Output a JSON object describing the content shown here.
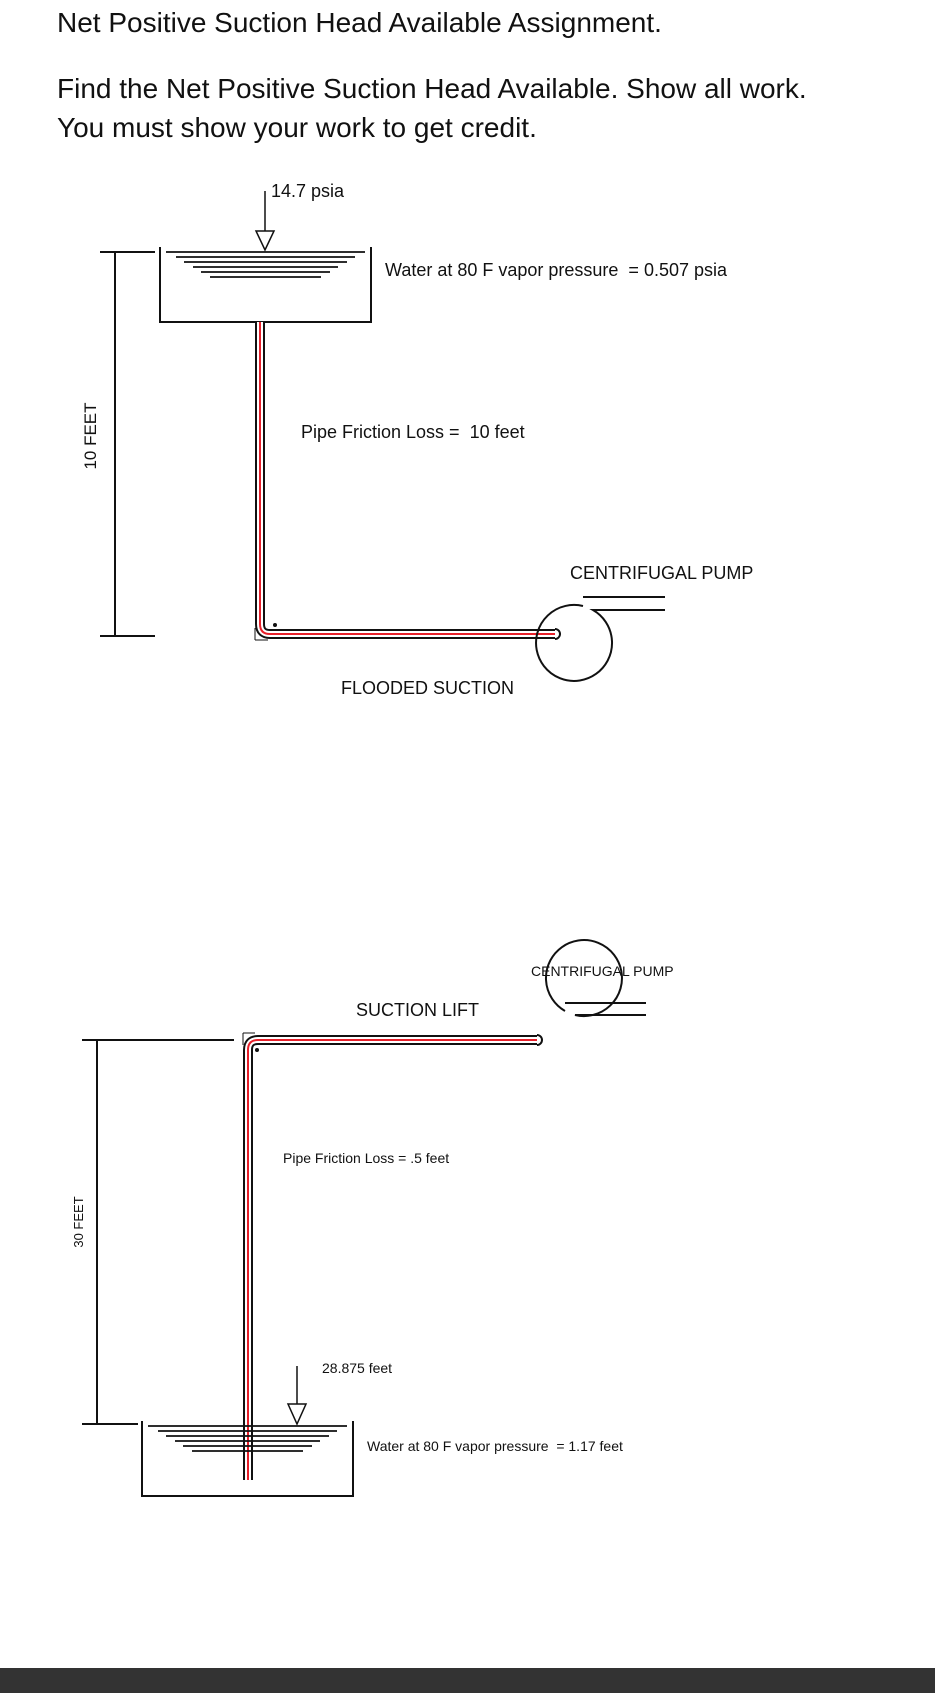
{
  "page": {
    "title": "Net Positive Suction Head Available Assignment.",
    "instruction_line1": "Find the Net Positive Suction Head Available.  Show all work.",
    "instruction_line2": "You must show your work to get credit."
  },
  "colors": {
    "pipe_core": "#e8202a",
    "line": "#111111",
    "footer": "#333333"
  },
  "diagram1": {
    "pressure_label": "14.7 psia",
    "water_label": "Water at 80 F vapor pressure  = 0.507 psia",
    "friction_label": "Pipe Friction Loss =  10 feet",
    "height_label": "10 FEET",
    "pump_label": "CENTRIFUGAL PUMP",
    "suction_label": "FLOODED SUCTION"
  },
  "diagram2": {
    "pump_label": "CENTRIFUGAL PUMP",
    "suction_label": "SUCTION LIFT",
    "friction_label": "Pipe Friction Loss = .5 feet",
    "height_label": "30 FEET",
    "pressure_label": "28.875 feet",
    "water_label": "Water at 80 F vapor pressure  = 1.17 feet"
  }
}
